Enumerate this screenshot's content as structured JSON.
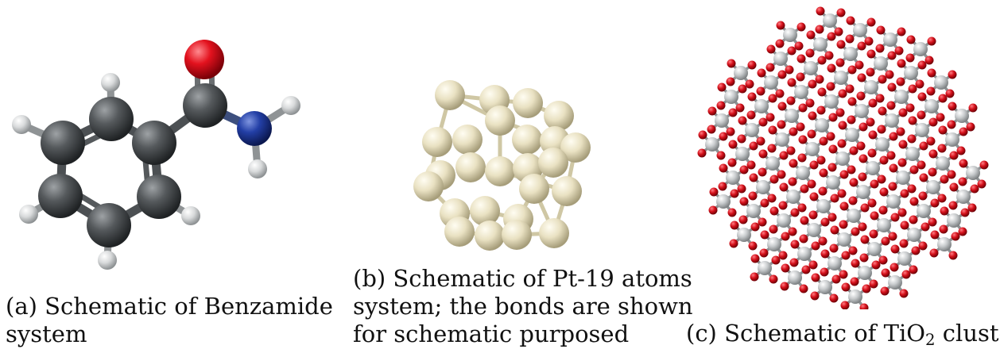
{
  "figures": {
    "a": {
      "caption_line1": "(a) Schematic of Benzamide",
      "caption_line2": "system"
    },
    "b": {
      "caption_line1": "(b) Schematic of Pt-19 atoms",
      "caption_line2": "system; the bonds are shown",
      "caption_line3": "for schematic purposed"
    },
    "c": {
      "caption_prefix": "(c) Schematic of TiO",
      "caption_subscript": "2",
      "caption_suffix": " cluster"
    }
  },
  "colors": {
    "carbon": "#4a4d4f",
    "hydrogen": "#d7d9da",
    "oxygen": "#e0101c",
    "nitrogen": "#1f3a9a",
    "platinum": "#e9e2c4",
    "titanium": "#c9ccce",
    "tio2_oxygen": "#d4101a"
  }
}
